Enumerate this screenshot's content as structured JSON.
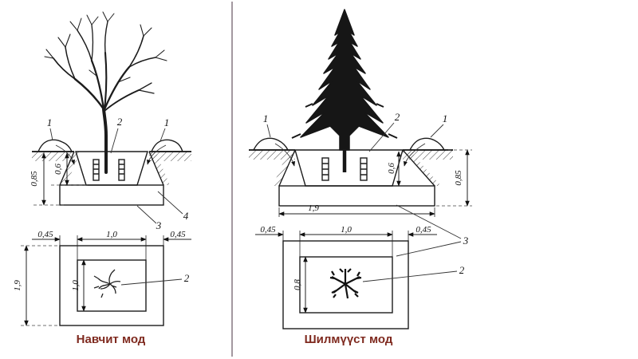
{
  "page": {
    "divider_color": "#a398a0"
  },
  "left_panel": {
    "caption": "Навчит мод",
    "caption_color": "#7f2a1f",
    "section": {
      "callouts": {
        "mound_left": "1",
        "root_ball": "2",
        "mound_right": "1",
        "drainage": "3",
        "pit": "4"
      },
      "dimensions": {
        "pit_depth": "0,85",
        "ball_depth": "0,6"
      }
    },
    "plan": {
      "dimensions": {
        "offset_left": "0,45",
        "ball_width": "1,0",
        "offset_right": "0,45",
        "pit_width_total": "1,9",
        "ball_height": "1,0"
      },
      "callouts": {
        "roots": "2"
      }
    }
  },
  "right_panel": {
    "caption": "Шилмүүст мод",
    "caption_color": "#7f2a1f",
    "section": {
      "callouts": {
        "mound_left": "1",
        "root_ball": "2",
        "mound_right": "1",
        "drainage": "3"
      },
      "dimensions": {
        "ball_depth": "0,6",
        "pit_depth": "0,85",
        "pit_width": "1,9"
      }
    },
    "plan": {
      "dimensions": {
        "offset_left": "0,45",
        "ball_width": "1,0",
        "offset_right": "0,45",
        "ball_height": "0,8"
      },
      "callouts": {
        "roots": "2"
      }
    }
  }
}
